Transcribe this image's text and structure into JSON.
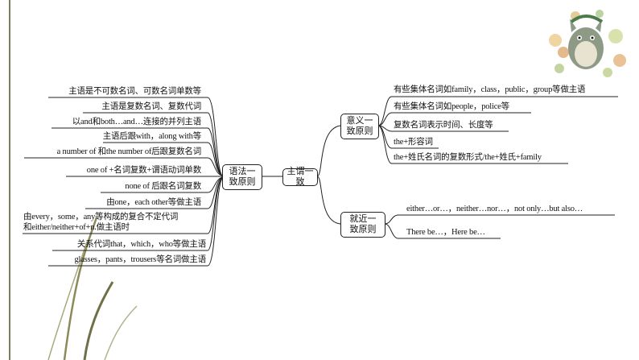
{
  "center": {
    "label": "主谓一致"
  },
  "left_branch": {
    "label": "语法一致原则",
    "items": [
      "主语是不可数名词、可数名词单数等",
      "主语是复数名词、复数代词",
      "以and和both…and…连接的并列主语",
      "主语后跟with，along with等",
      "a number of 和the number of后跟复数名词",
      "one of +名词复数+谓语动词单数",
      "none of 后跟名词复数",
      "由one，each other等做主语",
      "由every，some，any等构成的复合不定代词",
      "和either/neither+of+n.做主语时",
      "关系代词that，which，who等做主语",
      "glasses，pants，trousers等名词做主语"
    ]
  },
  "right_top": {
    "label": "意义一致原则",
    "items": [
      "有些集体名词如family，class，public，group等做主语",
      "有些集体名词如people，police等",
      "复数名词表示时间、长度等",
      "the+形容词",
      "the+姓氏名词的复数形式/the+姓氏+family"
    ]
  },
  "right_bottom": {
    "label": "就近一致原则",
    "items": [
      "either…or…，neither…nor…，not only…but also…",
      "There be…，Here be…"
    ]
  },
  "colors": {
    "deco_green": "#8a8a5a",
    "line": "#222222",
    "accent_yellow": "#d9c27a"
  },
  "icons": {
    "corner_illustration": "totoro-leaves-illustration"
  }
}
